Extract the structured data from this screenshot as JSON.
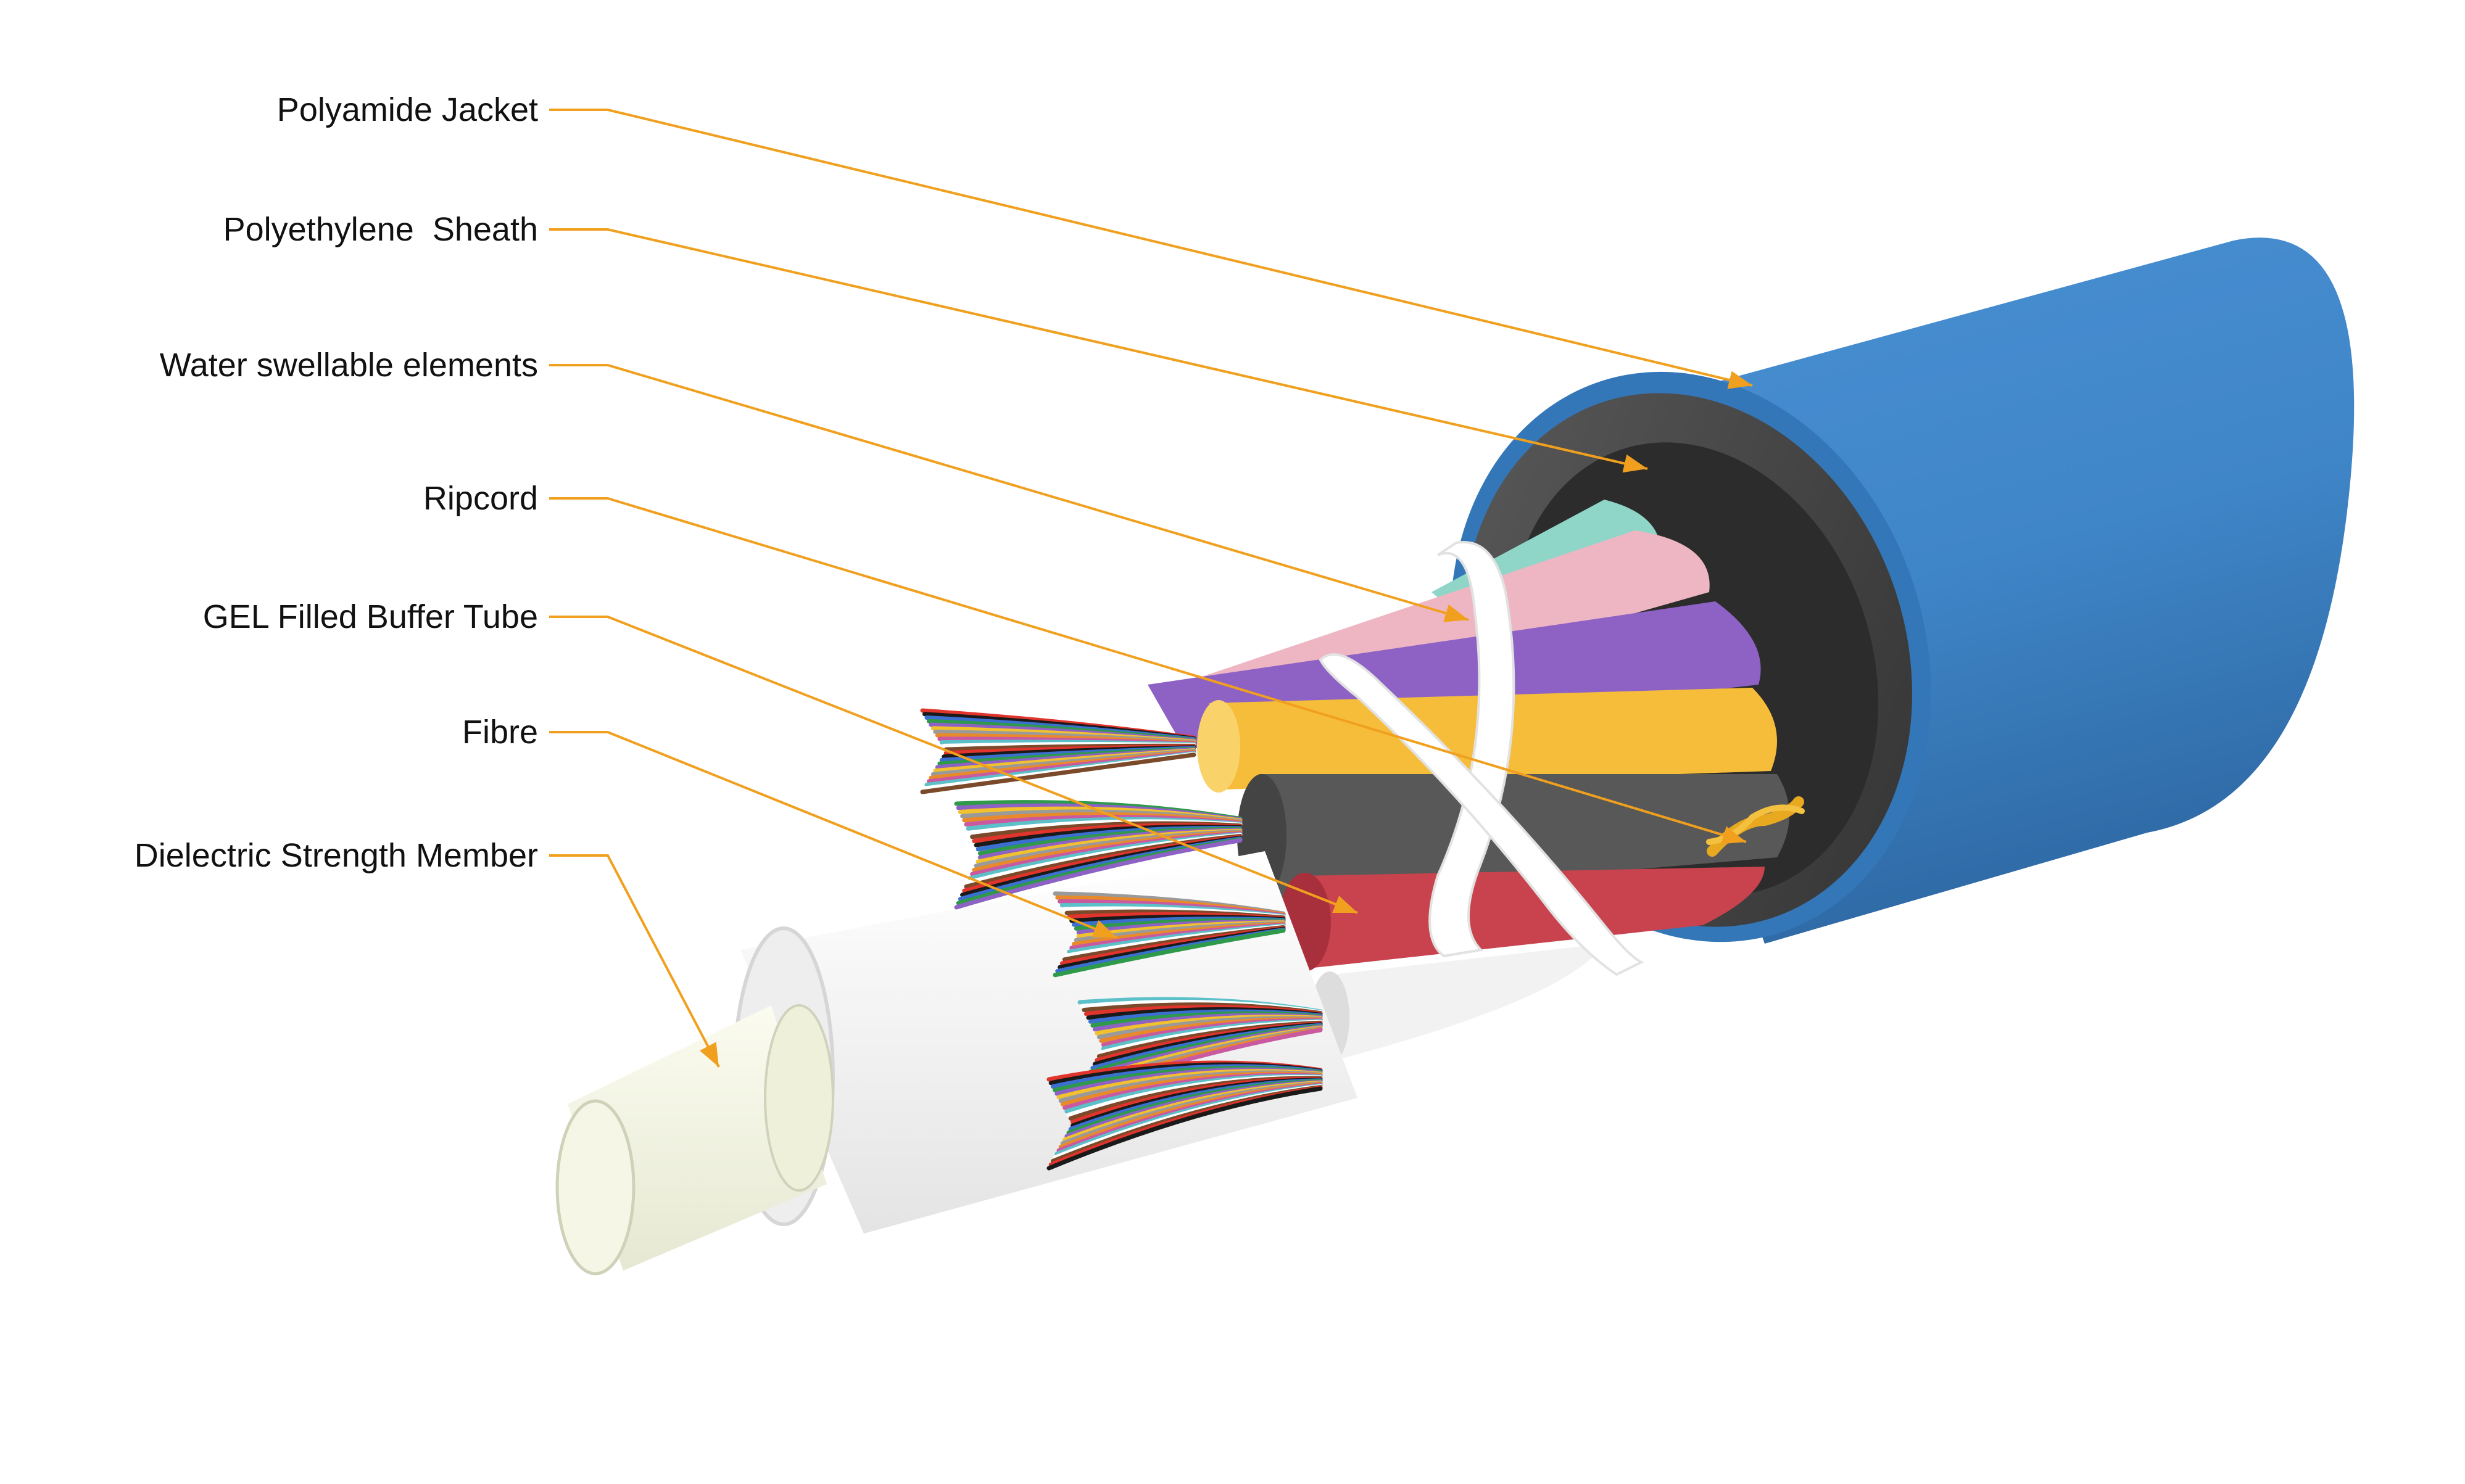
{
  "diagram": {
    "leader_color": "#f0a01e",
    "labels": [
      {
        "id": "polyamide-jacket",
        "text": "Polyamide Jacket"
      },
      {
        "id": "polyethylene-sheath",
        "text": "Polyethylene  Sheath"
      },
      {
        "id": "water-swellable-elements",
        "text": "Water swellable elements"
      },
      {
        "id": "ripcord",
        "text": "Ripcord"
      },
      {
        "id": "gel-filled-buffer-tube",
        "text": "GEL Filled Buffer Tube"
      },
      {
        "id": "fibre",
        "text": "Fibre"
      },
      {
        "id": "dielectric-strength-member",
        "text": "Dielectric Strength Member"
      }
    ],
    "colors": {
      "jacket": "#3f86c8",
      "sheath": "#4a4a4a",
      "tube_teal": "#8fd6c8",
      "tube_pink": "#eeb6c2",
      "tube_purple": "#8e62c4",
      "tube_yellow": "#f6bd3a",
      "tube_gray": "#585858",
      "tube_red": "#c8434e",
      "tube_white": "#f2f2f2",
      "strength_member": "#f3f4e2"
    }
  }
}
